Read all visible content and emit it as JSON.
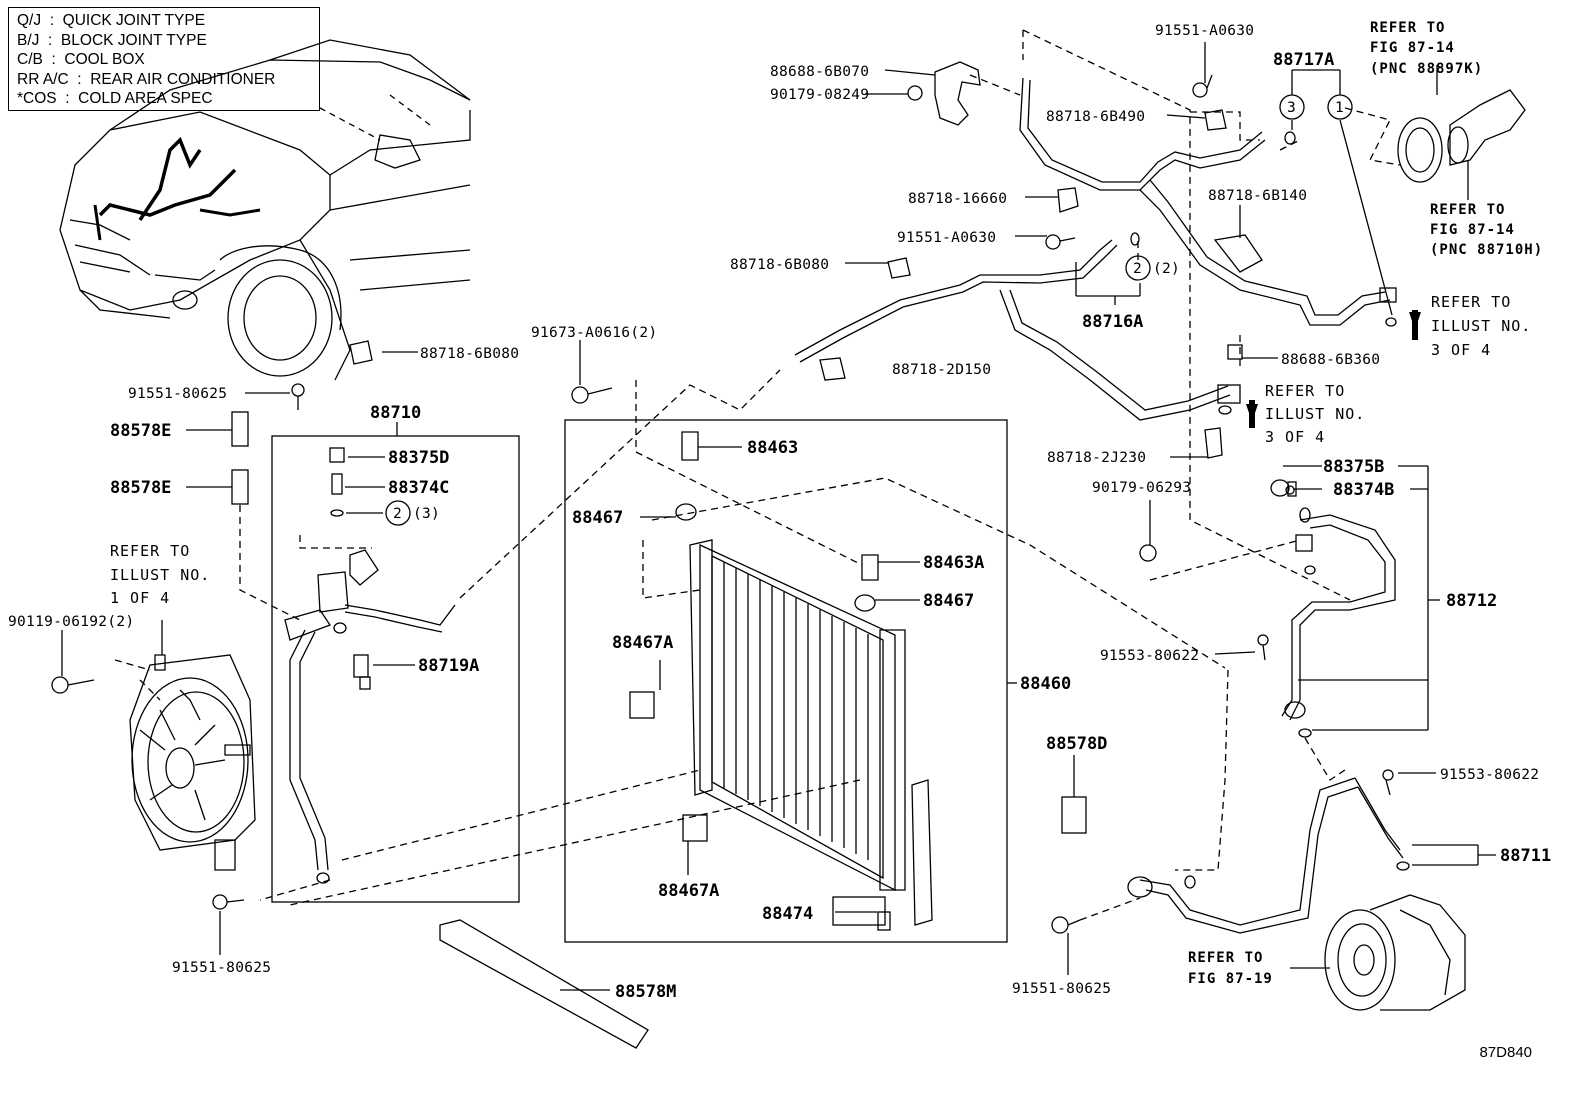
{
  "legend": [
    "Q/J  :  QUICK JOINT TYPE",
    "B/J  :  BLOCK JOINT TYPE",
    "C/B  :  COOL BOX",
    "RR A/C  :  REAR AIR CONDITIONER",
    "*COS  :  COLD AREA SPEC"
  ],
  "figure_id": "87D840",
  "parts": {
    "p88710": "88710",
    "p88375D": "88375D",
    "p88374C": "88374C",
    "p88719A": "88719A",
    "p88578E_1": "88578E",
    "p88578E_2": "88578E",
    "p91551_80625_a": "91551-80625",
    "p91551_80625_b": "91551-80625",
    "p91551_80625_c": "91551-80625",
    "p90119_06192": "90119-06192(2)",
    "p88718_6B080_a": "88718-6B080",
    "p88718_6B080_b": "88718-6B080",
    "p91673_A0616": "91673-A0616(2)",
    "p88463": "88463",
    "p88467_a": "88467",
    "p88467_b": "88467",
    "p88463A": "88463A",
    "p88467A_a": "88467A",
    "p88467A_b": "88467A",
    "p88460": "88460",
    "p88474": "88474",
    "p88578M": "88578M",
    "p88578D": "88578D",
    "p88688_6B070": "88688-6B070",
    "p90179_08249": "90179-08249",
    "p91551_A0630_a": "91551-A0630",
    "p91551_A0630_b": "91551-A0630",
    "p88717A": "88717A",
    "p88718_6B490": "88718-6B490",
    "p88718_16660": "88718-16660",
    "p88718_6B140": "88718-6B140",
    "p88716A": "88716A",
    "p88718_2D150": "88718-2D150",
    "p88688_6B360": "88688-6B360",
    "p88718_2J230": "88718-2J230",
    "p90179_06293": "90179-06293",
    "p88375B": "88375B",
    "p88374B": "88374B",
    "p88712": "88712",
    "p91553_80622_a": "91553-80622",
    "p91553_80622_b": "91553-80622",
    "p88711": "88711"
  },
  "callouts": {
    "c2a": "2",
    "c2a_qty": "(3)",
    "c2b": "2",
    "c2b_qty": "(2)",
    "c3": "3",
    "c1": "1"
  },
  "references": {
    "r_fig87_14_k_1": "REFER TO",
    "r_fig87_14_k_2": "FIG 87-14",
    "r_fig87_14_k_3": "(PNC 88897K)",
    "r_fig87_14_h_1": "REFER TO",
    "r_fig87_14_h_2": "FIG 87-14",
    "r_fig87_14_h_3": "(PNC 88710H)",
    "r_ill3a_1": "REFER TO",
    "r_ill3a_2": "ILLUST NO.",
    "r_ill3a_3": "3 OF 4",
    "r_ill3b_1": "REFER TO",
    "r_ill3b_2": "ILLUST NO.",
    "r_ill3b_3": "3 OF 4",
    "r_ill1_1": "REFER TO",
    "r_ill1_2": "ILLUST NO.",
    "r_ill1_3": "1 OF 4",
    "r_fig87_19_1": "REFER TO",
    "r_fig87_19_2": "FIG 87-19"
  }
}
